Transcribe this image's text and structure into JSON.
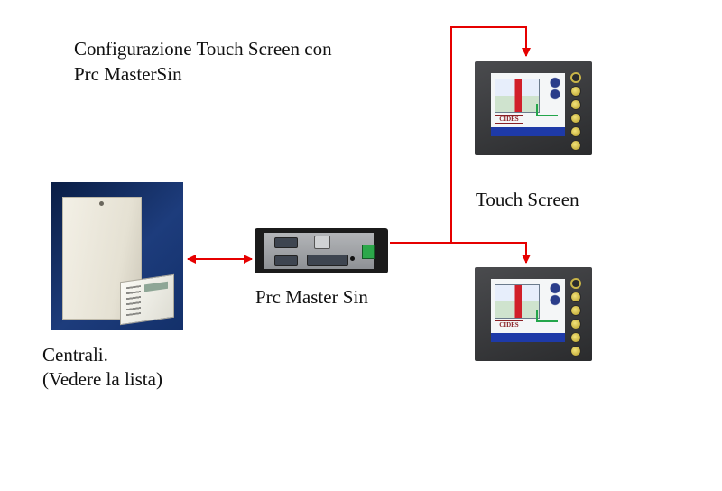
{
  "diagram": {
    "title_line1": "Configurazione Touch Screen con",
    "title_line2": "Prc MasterSin",
    "centrali": {
      "label_line1": "Centrali.",
      "label_line2": "(Vedere la lista)"
    },
    "master": {
      "label": "Prc Master Sin"
    },
    "touch_screens": {
      "label": "Touch Screen",
      "logo_text": "CIDES"
    },
    "connection_color": "#e60000"
  }
}
